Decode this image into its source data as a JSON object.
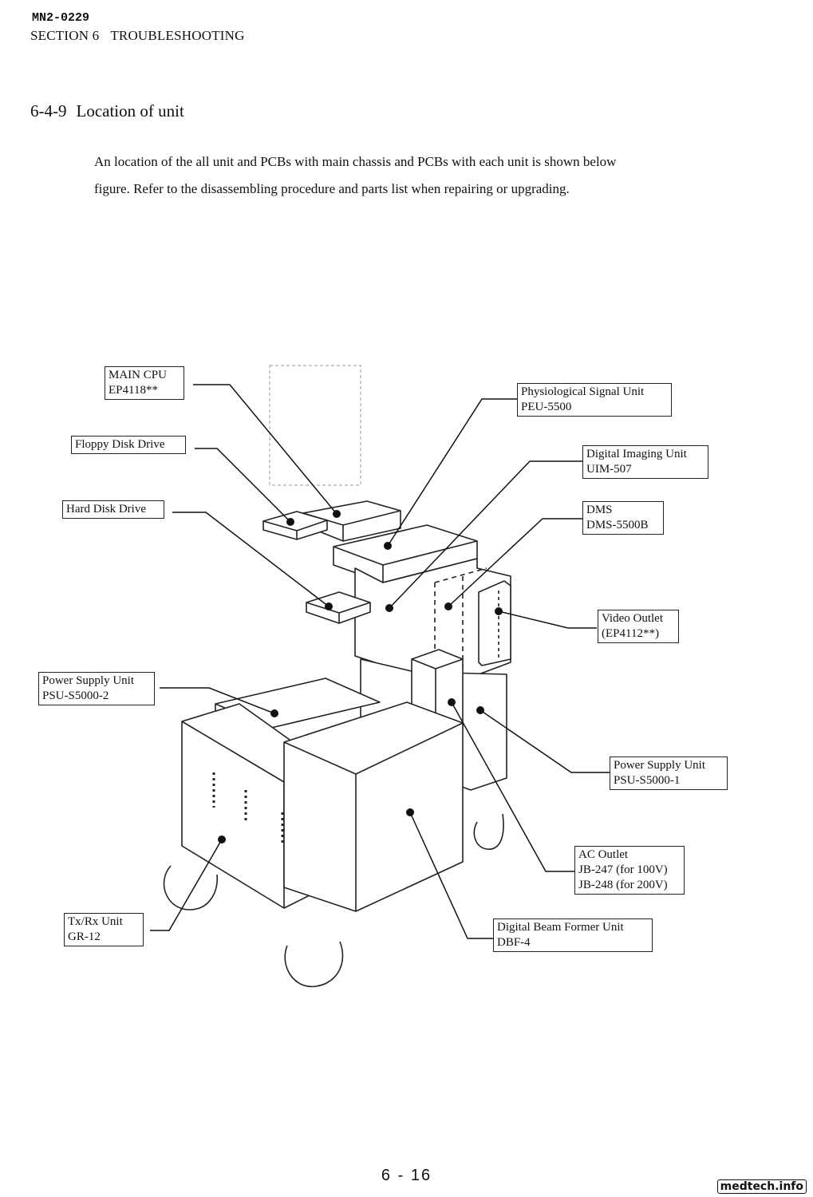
{
  "header": {
    "doc_id": "MN2-0229",
    "section_number": "SECTION 6",
    "section_title": "TROUBLESHOOTING"
  },
  "heading": {
    "number": "6-4-9",
    "title": "Location of unit"
  },
  "intro": {
    "line1": "An location of the all unit and PCBs with main chassis and PCBs with each unit is shown below",
    "line2": "figure. Refer to the disassembling procedure and parts list when repairing or upgrading."
  },
  "labels": {
    "main_cpu": {
      "line1": "MAIN CPU",
      "line2": "EP4118**"
    },
    "floppy": {
      "line1": "Floppy Disk Drive"
    },
    "hdd": {
      "line1": "Hard Disk Drive"
    },
    "psu2": {
      "line1": "Power Supply Unit",
      "line2": "PSU-S5000-2"
    },
    "txrx": {
      "line1": "Tx/Rx Unit",
      "line2": "GR-12"
    },
    "peu": {
      "line1": "Physiological Signal Unit",
      "line2": "PEU-5500"
    },
    "uim": {
      "line1": "Digital Imaging Unit",
      "line2": "UIM-507"
    },
    "dms": {
      "line1": "DMS",
      "line2": "DMS-5500B"
    },
    "video": {
      "line1": "Video Outlet",
      "line2": "(EP4112**)"
    },
    "psu1": {
      "line1": "Power Supply Unit",
      "line2": "PSU-S5000-1"
    },
    "ac": {
      "line1": "AC Outlet",
      "line2": "JB-247 (for 100V)",
      "line3": "JB-248 (for 200V)"
    },
    "dbf": {
      "line1": "Digital Beam Former Unit",
      "line2": "DBF-4"
    }
  },
  "page_number": "6 - 16",
  "watermark": "medtech.info"
}
